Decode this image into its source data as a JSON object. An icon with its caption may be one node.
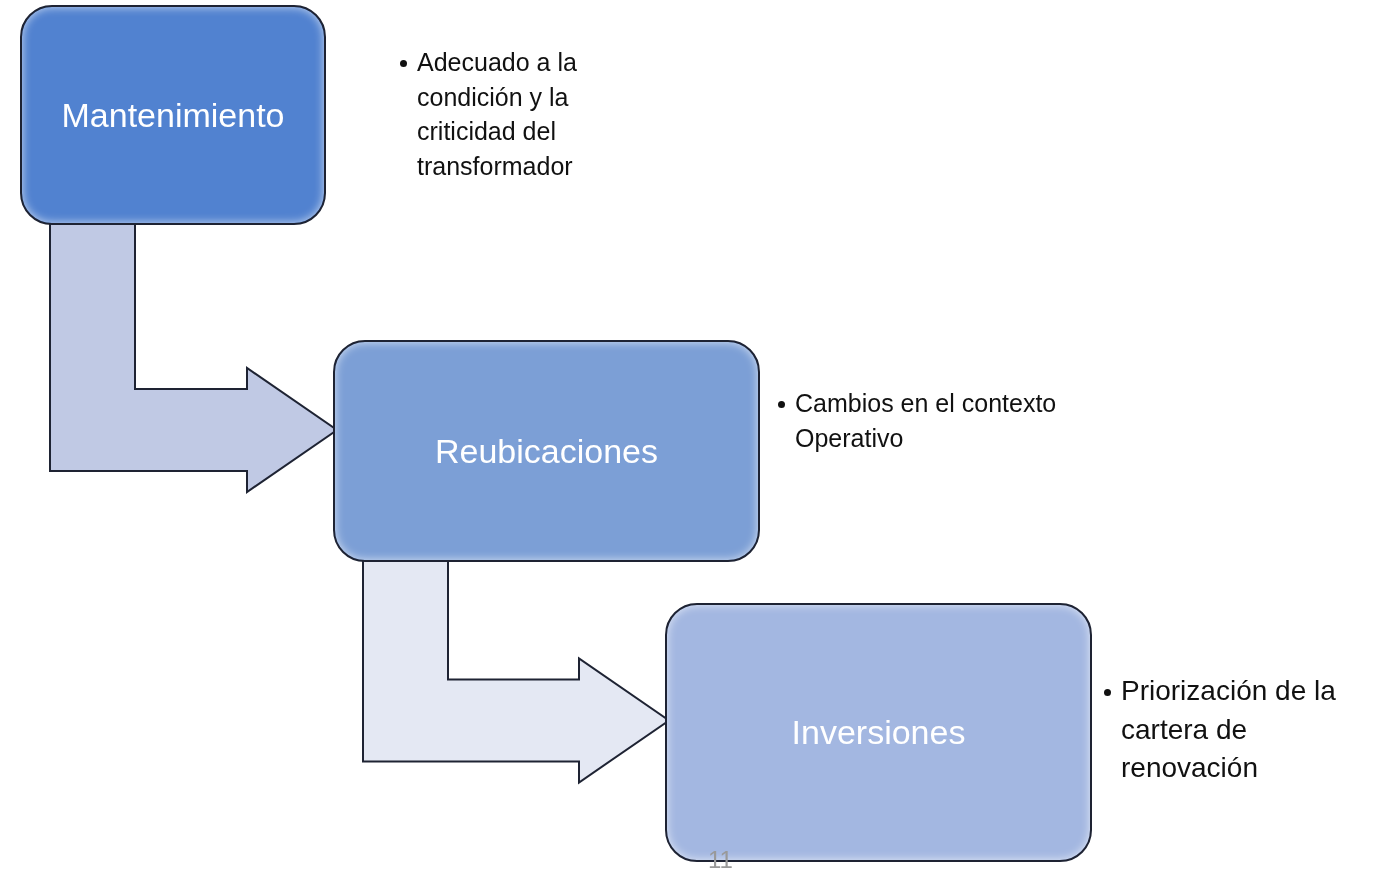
{
  "diagram": {
    "nodes": [
      {
        "text": [
          "Mantenimiento"
        ],
        "beside": [
          "Adecuado a la condición y la criticidad del transformador"
        ]
      },
      {
        "text": [
          "Reubicaciones"
        ],
        "beside": [
          "Cambios en el contexto Operativo"
        ]
      },
      {
        "text": [
          "Inversiones"
        ],
        "beside": [
          "Priorización de la cartera de renovación"
        ]
      }
    ],
    "edges": [
      {
        "from": 0,
        "to": 1,
        "arrow": "to"
      },
      {
        "from": 1,
        "to": 2,
        "arrow": "to"
      }
    ],
    "labels": [
      "11"
    ]
  }
}
